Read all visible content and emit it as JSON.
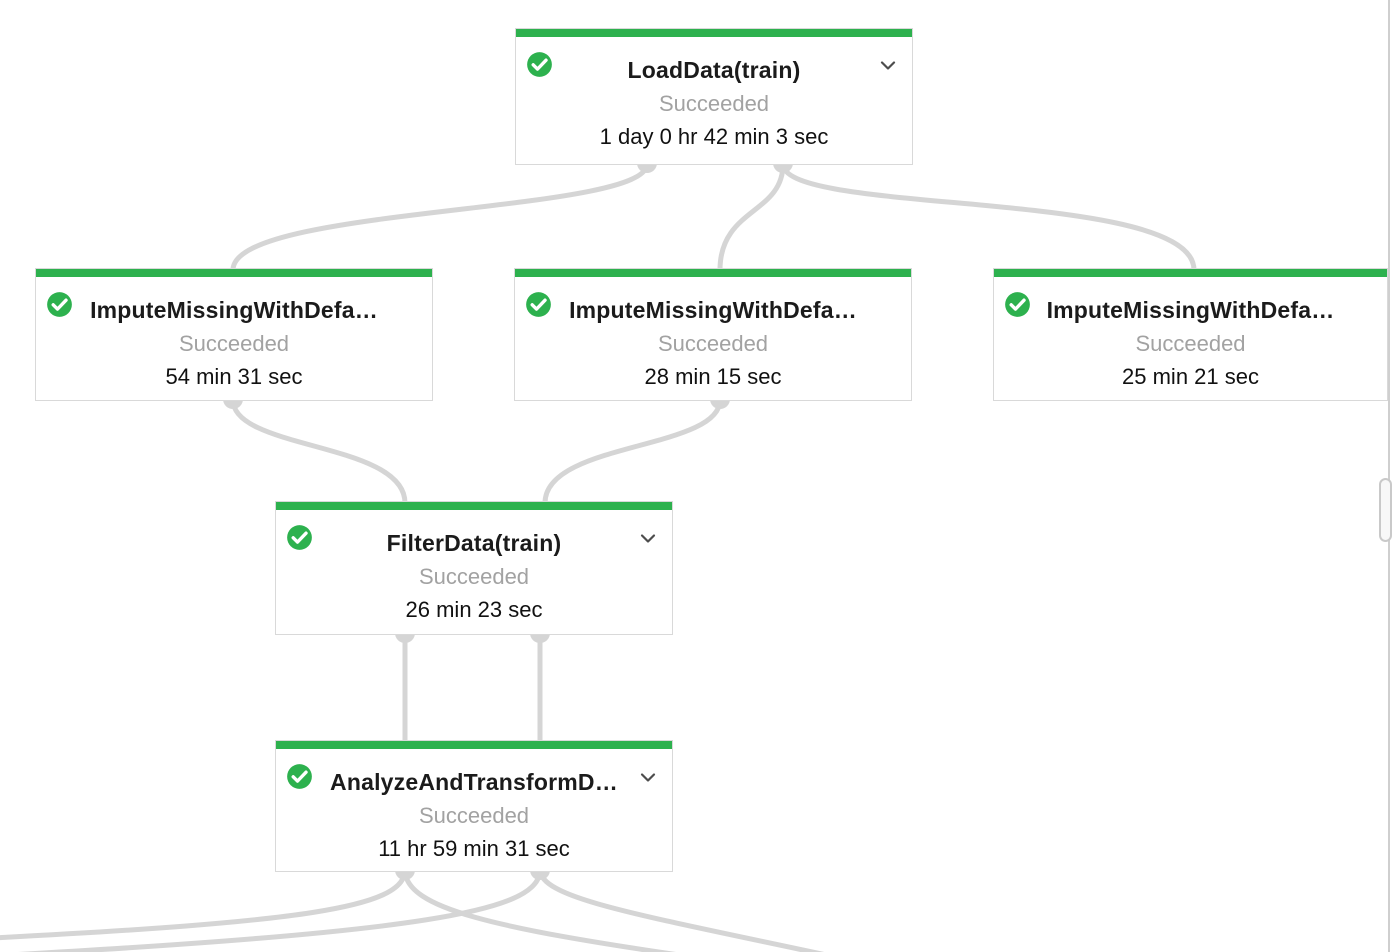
{
  "view": {
    "name": "pipeline-run-graph",
    "background": "#ffffff"
  },
  "colors": {
    "success_green": "#2db14e",
    "edge_gray": "#d5d5d5",
    "node_border": "#d9d9d9",
    "status_text_gray": "#a2a2a2",
    "title_text": "#1b1b1b"
  },
  "icons": {
    "status": "check-circle-icon",
    "expand": "chevron-down-icon"
  },
  "nodes": [
    {
      "id": "load-data-train",
      "title": "LoadData(train)",
      "status": "Succeeded",
      "duration": "1 day 0 hr 42 min 3 sec",
      "has_expand_chevron": true
    },
    {
      "id": "impute-missing-1",
      "title": "ImputeMissingWithDefa…",
      "status": "Succeeded",
      "duration": "54 min 31 sec",
      "has_expand_chevron": false
    },
    {
      "id": "impute-missing-2",
      "title": "ImputeMissingWithDefa…",
      "status": "Succeeded",
      "duration": "28 min 15 sec",
      "has_expand_chevron": false
    },
    {
      "id": "impute-missing-3",
      "title": "ImputeMissingWithDefa…",
      "status": "Succeeded",
      "duration": "25 min 21 sec",
      "has_expand_chevron": false
    },
    {
      "id": "filter-data-train",
      "title": "FilterData(train)",
      "status": "Succeeded",
      "duration": "26 min 23 sec",
      "has_expand_chevron": true
    },
    {
      "id": "analyze-and-transform",
      "title": "AnalyzeAndTransformD…",
      "status": "Succeeded",
      "duration": "11 hr 59 min 31 sec",
      "has_expand_chevron": true
    }
  ],
  "edges": [
    {
      "from": "load-data-train",
      "to": "impute-missing-1"
    },
    {
      "from": "load-data-train",
      "to": "impute-missing-2"
    },
    {
      "from": "load-data-train",
      "to": "impute-missing-3"
    },
    {
      "from": "impute-missing-1",
      "to": "filter-data-train"
    },
    {
      "from": "impute-missing-2",
      "to": "filter-data-train"
    },
    {
      "from": "filter-data-train",
      "to": "analyze-and-transform"
    },
    {
      "from": "filter-data-train",
      "to": "analyze-and-transform"
    },
    {
      "from": "analyze-and-transform",
      "to": "off-screen-below"
    },
    {
      "from": "analyze-and-transform",
      "to": "off-screen-below"
    },
    {
      "from": "analyze-and-transform",
      "to": "off-screen-below"
    },
    {
      "from": "analyze-and-transform",
      "to": "off-screen-below"
    }
  ]
}
